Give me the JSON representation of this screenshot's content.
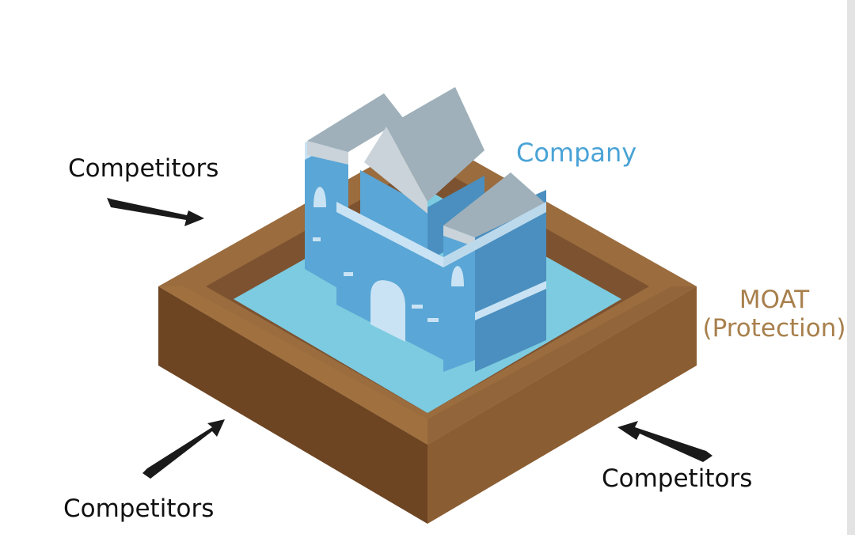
{
  "labels": {
    "company": "Company",
    "moat_line1": "MOAT",
    "moat_line2": "(Protection)",
    "competitors_top_left": "Competitors",
    "competitors_bottom_left": "Competitors",
    "competitors_bottom_right": "Competitors"
  },
  "colors": {
    "label_text": "#111111",
    "company_text": "#4aa3d6",
    "moat_text": "#a8804d",
    "moat_wall": "#8a5d33",
    "moat_wall_dark": "#6d4523",
    "moat_rim": "#9a6c3e",
    "water": "#7ccbe0",
    "castle_light": "#5aa6d6",
    "castle_dark": "#4a8fbf",
    "castle_pale": "#c9e3f4",
    "roof": "#9fb0ba",
    "roof_light": "#c9d3d9",
    "arrow": "#1a1a1a"
  },
  "icons": {
    "castle": "castle-icon",
    "moat": "moat-icon",
    "arrow": "arrow-icon"
  }
}
